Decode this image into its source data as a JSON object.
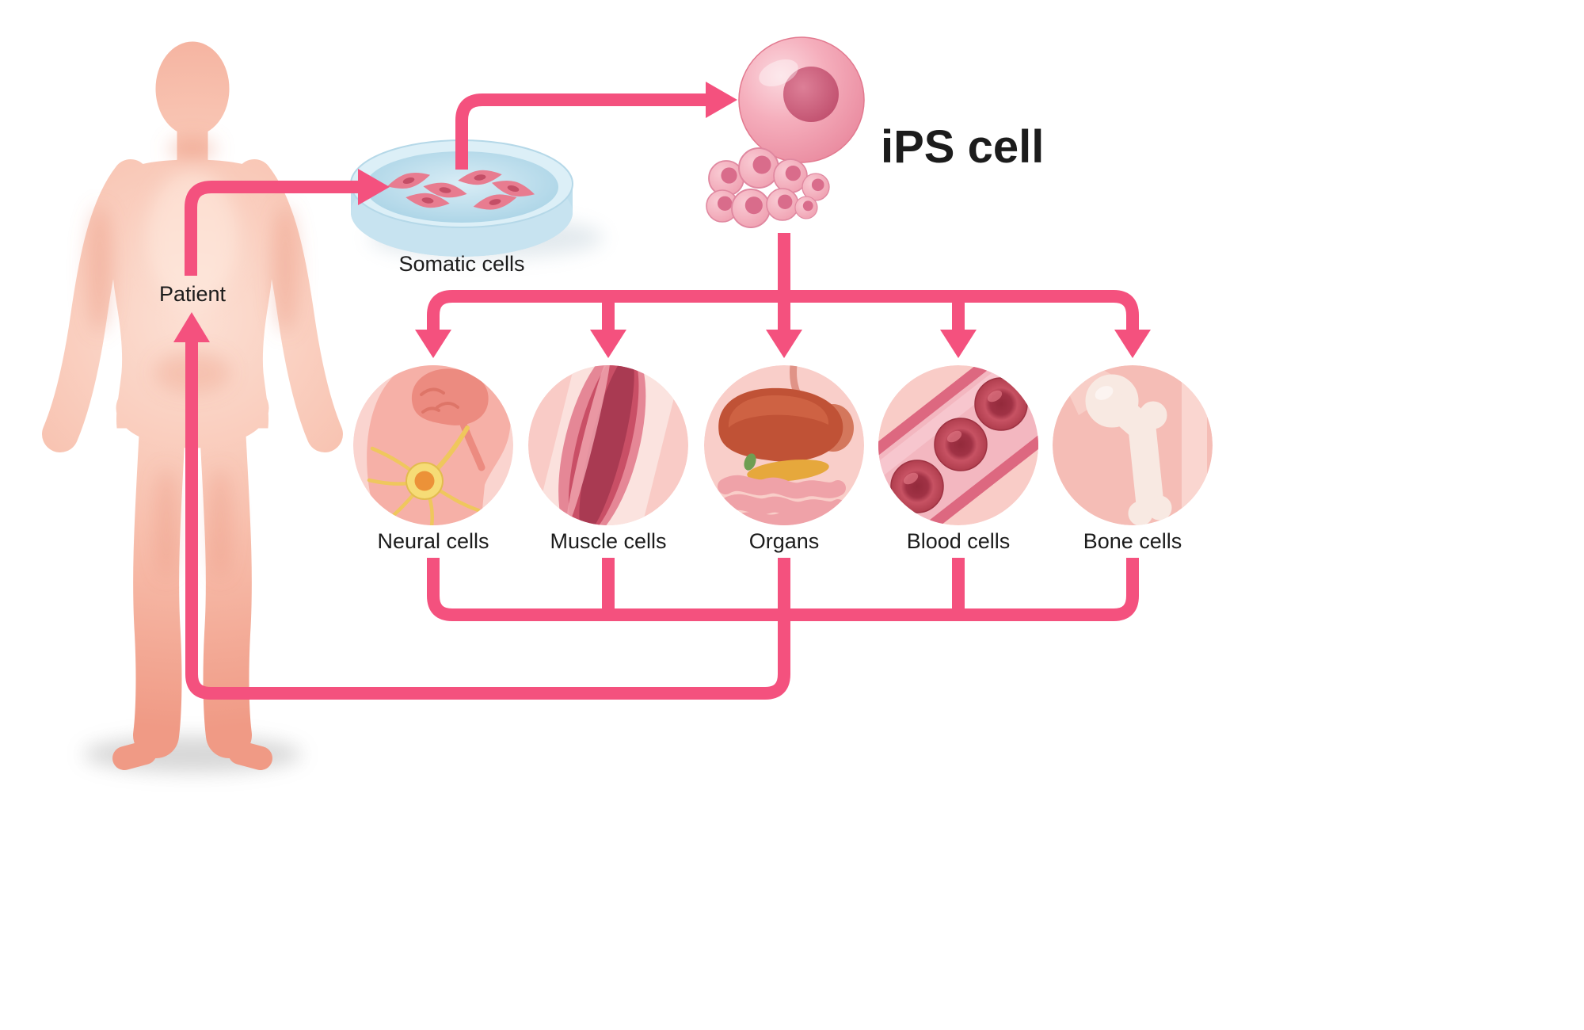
{
  "diagram": {
    "labels": {
      "patient": "Patient",
      "somatic": "Somatic cells",
      "ips": "iPS cell"
    },
    "cell_types": [
      {
        "label": "Neural cells"
      },
      {
        "label": "Muscle cells"
      },
      {
        "label": "Organs"
      },
      {
        "label": "Blood cells"
      },
      {
        "label": "Bone cells"
      }
    ],
    "colors": {
      "arrow_pink": "#F4517E",
      "skin_light": "#FCE0D4",
      "skin_dark": "#F09A85",
      "dish_blue": "#BFDFED",
      "ips_cell_pink": "#F2A7B6",
      "circle_bg": "#F9CEC9",
      "text": "#1c1c1c"
    }
  }
}
